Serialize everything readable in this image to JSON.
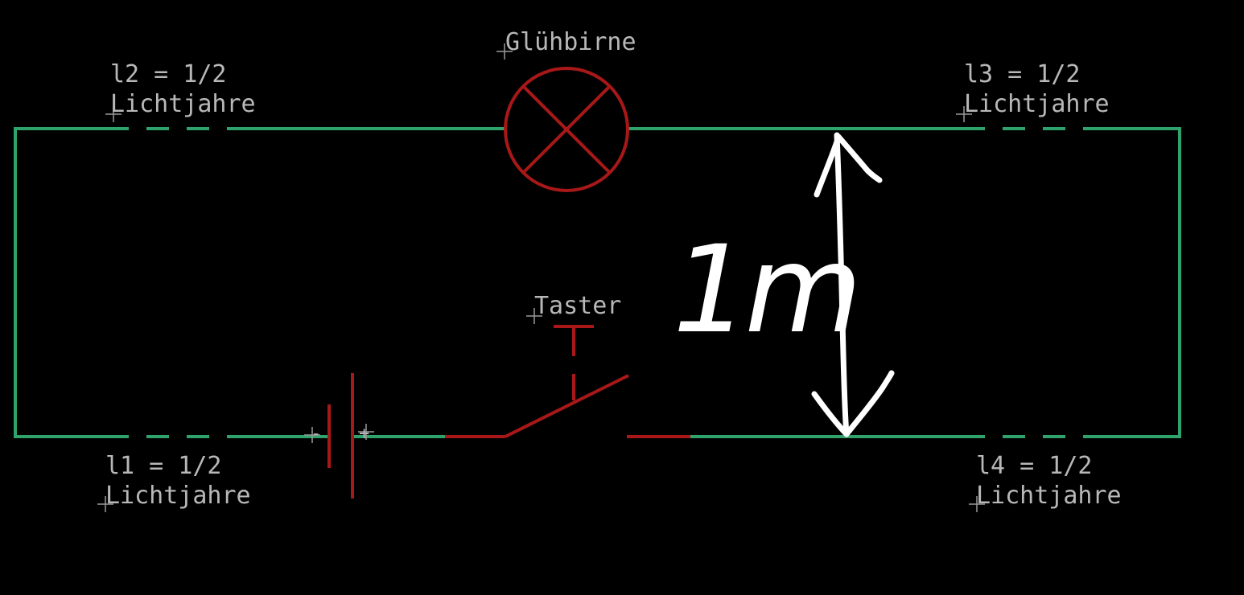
{
  "labels": {
    "lamp": "Glühbirne",
    "switch": "Taster",
    "wire_top_left": {
      "line1": "l2 = 1/2",
      "line2": "Lichtjahre"
    },
    "wire_top_right": {
      "line1": "l3 = 1/2",
      "line2": "Lichtjahre"
    },
    "wire_bottom_left": {
      "line1": "l1 = 1/2",
      "line2": "Lichtjahre"
    },
    "wire_bottom_right": {
      "line1": "l4 = 1/2",
      "line2": "Lichtjahre"
    },
    "battery_minus": "-",
    "battery_plus": "+",
    "distance_annotation": "1m"
  },
  "colors": {
    "background": "#000000",
    "wire": "#2fa36b",
    "component": "#a81818",
    "label_text": "#b8b8b8",
    "handwriting": "#ffffff"
  }
}
